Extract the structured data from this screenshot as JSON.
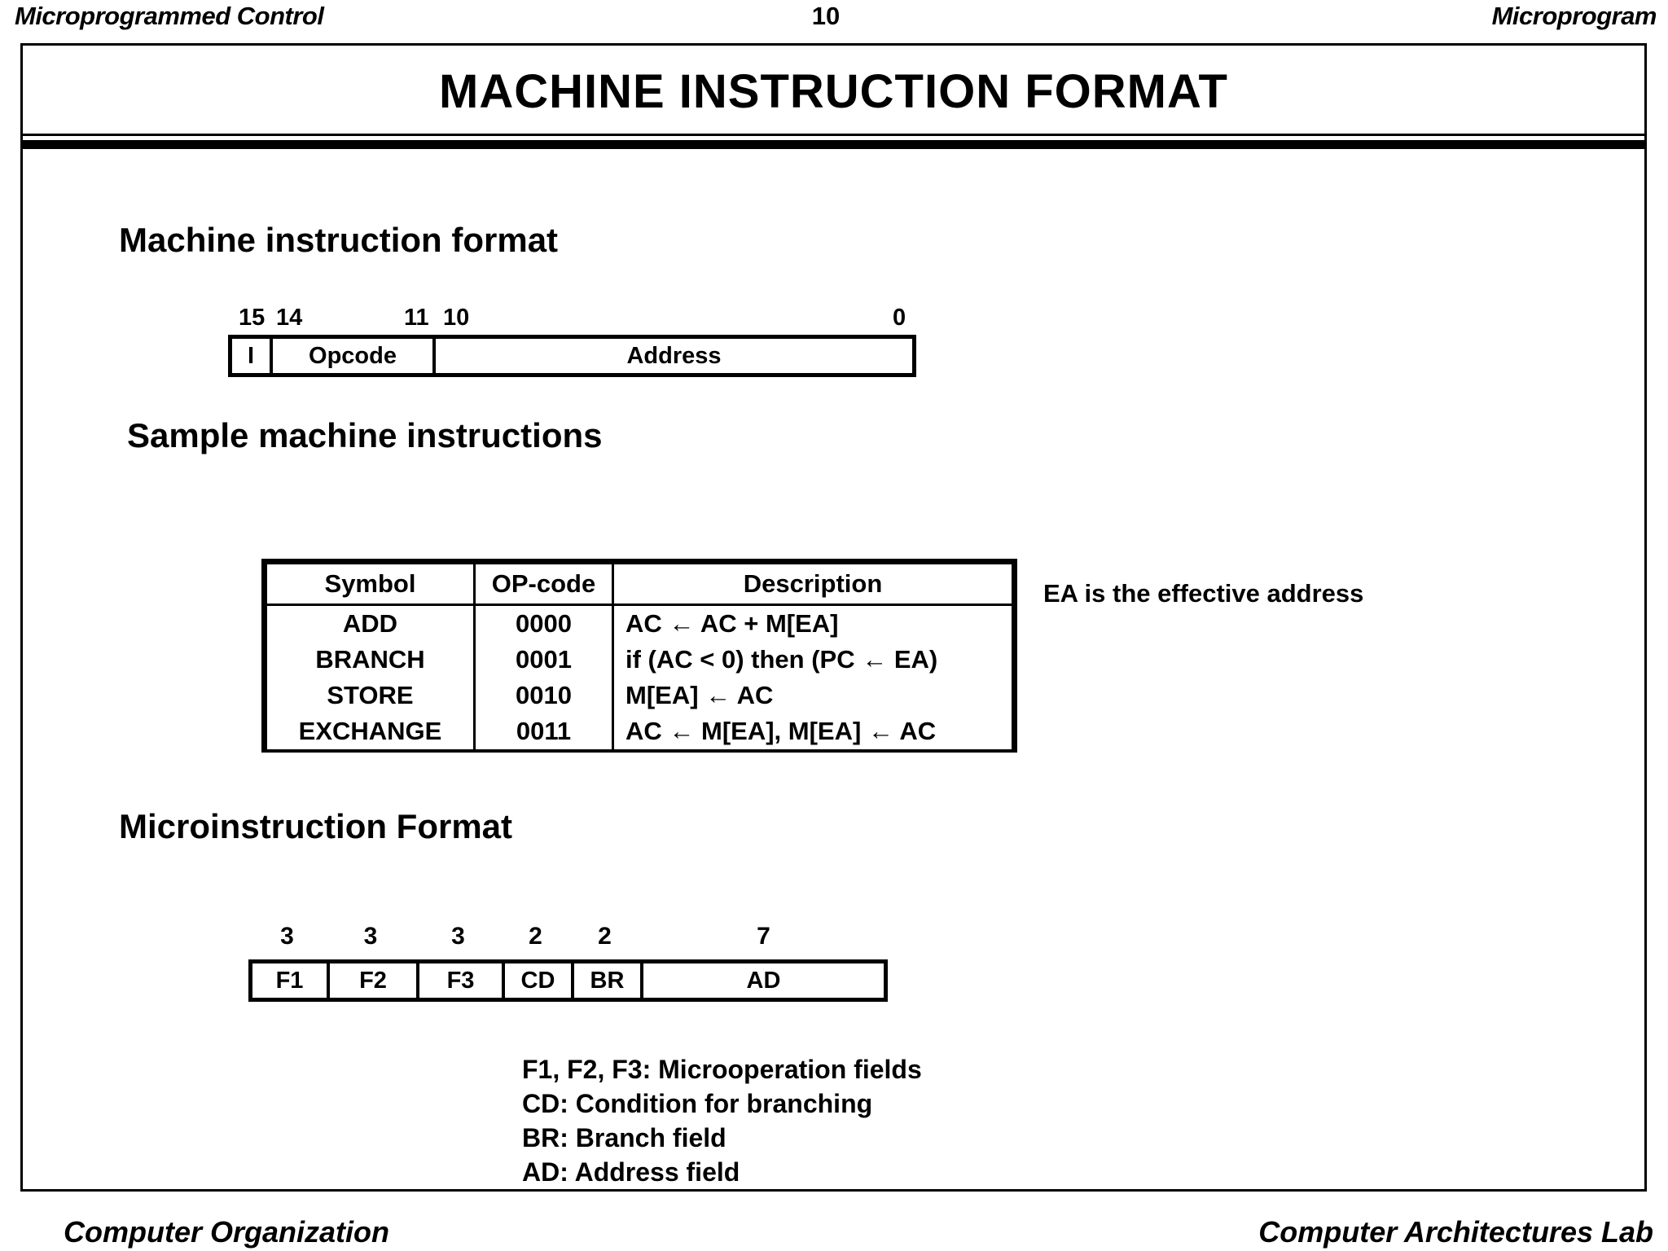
{
  "header": {
    "left": "Microprogrammed Control",
    "page_number": "10",
    "right": "Microprogram"
  },
  "slide": {
    "title": "MACHINE  INSTRUCTION  FORMAT"
  },
  "sections": {
    "machine_instruction_format": {
      "heading": "Machine instruction format",
      "bit_labels": [
        "15",
        "14",
        "11",
        "10",
        "0"
      ],
      "fields": [
        {
          "label": "I"
        },
        {
          "label": "Opcode"
        },
        {
          "label": "Address"
        }
      ]
    },
    "sample_machine_instructions": {
      "heading": "Sample machine instructions",
      "columns": [
        "Symbol",
        "OP-code",
        "Description"
      ],
      "rows": [
        {
          "symbol": "ADD",
          "opcode": "0000",
          "description": "AC ← AC + M[EA]"
        },
        {
          "symbol": "BRANCH",
          "opcode": "0001",
          "description": "if (AC < 0) then (PC ←  EA)"
        },
        {
          "symbol": "STORE",
          "opcode": "0010",
          "description": "M[EA] ←  AC"
        },
        {
          "symbol": "EXCHANGE",
          "opcode": "0011",
          "description": "AC ←  M[EA], M[EA] ←  AC"
        }
      ],
      "note": "EA is the effective address"
    },
    "microinstruction_format": {
      "heading": "Microinstruction Format",
      "fields": [
        {
          "label": "F1",
          "width": "3"
        },
        {
          "label": "F2",
          "width": "3"
        },
        {
          "label": "F3",
          "width": "3"
        },
        {
          "label": "CD",
          "width": "2"
        },
        {
          "label": "BR",
          "width": "2"
        },
        {
          "label": "AD",
          "width": "7"
        }
      ],
      "legend": [
        "F1, F2, F3: Microoperation fields",
        "CD: Condition for branching",
        "BR: Branch field",
        "AD: Address field"
      ]
    }
  },
  "footer": {
    "left": "Computer Organization",
    "right": "Computer Architectures Lab"
  }
}
